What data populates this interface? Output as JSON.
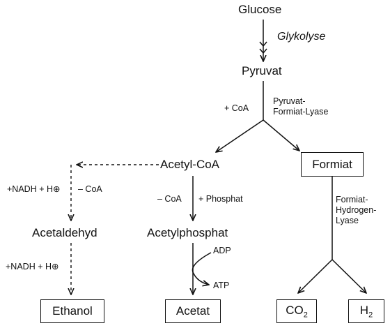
{
  "nodes": {
    "glucose": "Glucose",
    "glykolyse": "Glykolyse",
    "pyruvat": "Pyruvat",
    "acetyl_coa": "Acetyl-CoA",
    "formiat": "Formiat",
    "acetaldehyd": "Acetaldehyd",
    "acetylphosphat": "Acetylphosphat",
    "ethanol": "Ethanol",
    "acetat": "Acetat",
    "co2_main": "CO",
    "co2_sub": "2",
    "h2_main": "H",
    "h2_sub": "2"
  },
  "labels": {
    "plus_coa": "+ CoA",
    "pyruvat_formiat_lyase_1": "Pyruvat-",
    "pyruvat_formiat_lyase_2": "Formiat-Lyase",
    "nadh_1": "+NADH + H⊕",
    "minus_coa_left": "– CoA",
    "minus_coa_mid": "– CoA",
    "plus_phosphat": "+ Phosphat",
    "formiat_hydrogen_lyase_1": "Formiat-",
    "formiat_hydrogen_lyase_2": "Hydrogen-",
    "formiat_hydrogen_lyase_3": "Lyase",
    "nadh_2": "+NADH  + H⊕",
    "adp": "ADP",
    "atp": "ATP"
  }
}
